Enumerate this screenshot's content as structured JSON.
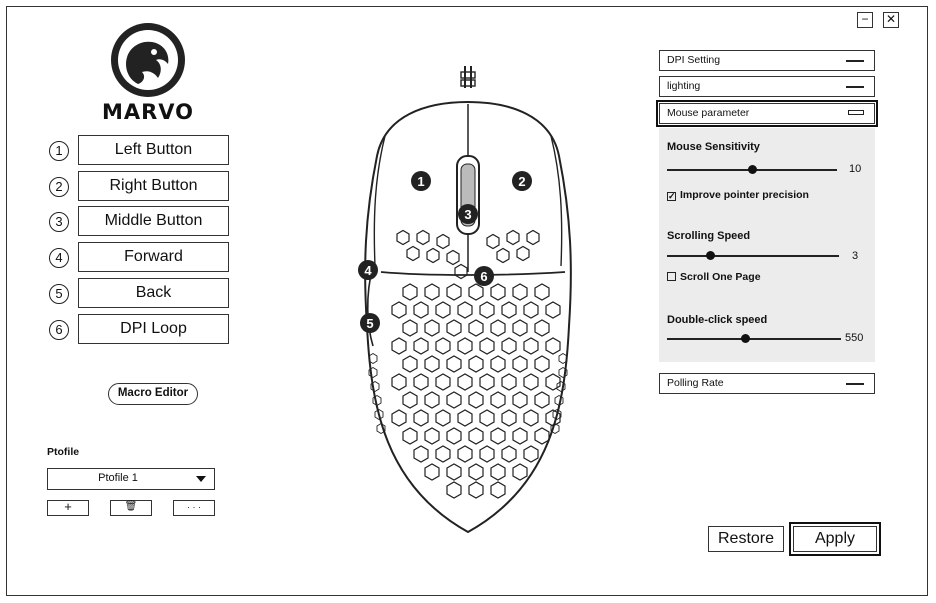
{
  "window": {
    "minimize_glyph": "−",
    "close_glyph": "✕"
  },
  "brand": {
    "name": "MARVO"
  },
  "buttons": [
    {
      "num": "1",
      "label": "Left Button"
    },
    {
      "num": "2",
      "label": "Right Button"
    },
    {
      "num": "3",
      "label": "Middle Button"
    },
    {
      "num": "4",
      "label": "Forward"
    },
    {
      "num": "5",
      "label": "Back"
    },
    {
      "num": "6",
      "label": "DPI Loop"
    }
  ],
  "macro_editor": "Macro Editor",
  "profile": {
    "title": "Ptofile",
    "selected": "Ptofile 1",
    "add_glyph": "+",
    "delete_glyph": "🗑",
    "more_glyph": "· · ·"
  },
  "mouse_markers": [
    "1",
    "2",
    "3",
    "4",
    "5",
    "6"
  ],
  "sections": {
    "dpi": "DPI Setting",
    "lighting": "lighting",
    "mouse_parameter": "Mouse parameter",
    "polling": "Polling Rate"
  },
  "params": {
    "sensitivity": {
      "label": "Mouse Sensitivity",
      "value": "10",
      "fraction": 0.5
    },
    "precision": {
      "label": "Improve pointer precision",
      "checked": true,
      "check_glyph": "✓"
    },
    "scrolling": {
      "label": "Scrolling Speed",
      "value": "3",
      "fraction": 0.25
    },
    "scroll_one_page": {
      "label": "Scroll One Page",
      "checked": false
    },
    "double_click": {
      "label": "Double-click speed",
      "value": "550",
      "fraction": 0.45
    }
  },
  "actions": {
    "restore": "Restore",
    "apply": "Apply"
  }
}
